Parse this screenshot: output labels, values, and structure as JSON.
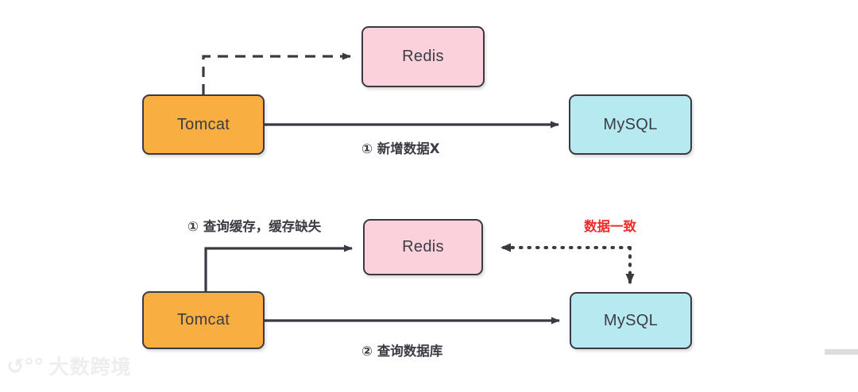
{
  "diagram": {
    "title": "Cache read-through consistency diagram",
    "colors": {
      "tomcat_fill": "#F9AE41",
      "redis_fill": "#FBD2DC",
      "mysql_fill": "#B6E9F0",
      "stroke": "#3a3a42",
      "highlight_red": "#EE2C2C"
    },
    "sections": [
      {
        "id": "write-flow",
        "nodes": {
          "tomcat": "Tomcat",
          "redis": "Redis",
          "mysql": "MySQL"
        },
        "labels": {
          "write_db": "① 新增数据X"
        }
      },
      {
        "id": "read-flow",
        "nodes": {
          "tomcat": "Tomcat",
          "redis": "Redis",
          "mysql": "MySQL"
        },
        "labels": {
          "query_cache": "① 查询缓存，缓存缺失",
          "query_db": "② 查询数据库",
          "consistency": "数据一致"
        }
      }
    ]
  },
  "watermark": {
    "mark": "↺°°",
    "text": "大数跨境"
  }
}
